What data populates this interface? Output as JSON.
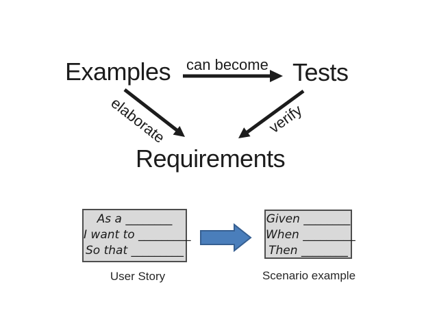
{
  "diagram": {
    "nodes": {
      "examples": "Examples",
      "tests": "Tests",
      "requirements": "Requirements"
    },
    "edges": {
      "can_become": "can become",
      "elaborate": "elaborate",
      "verify": "verify"
    }
  },
  "story_card": {
    "lines": [
      "As a ________",
      "I want to _________",
      "So that _________"
    ],
    "caption": "User Story"
  },
  "scenario_card": {
    "lines": [
      "Given ________",
      "When _________",
      "Then ________"
    ],
    "caption": "Scenario example"
  },
  "colors": {
    "background": "#ffffff",
    "ink": "#1c1c1c",
    "card_fill": "#d9d9d9",
    "card_border": "#4d4d4d",
    "blue_arrow_fill": "#4a7ebb",
    "blue_arrow_stroke": "#365f91"
  }
}
